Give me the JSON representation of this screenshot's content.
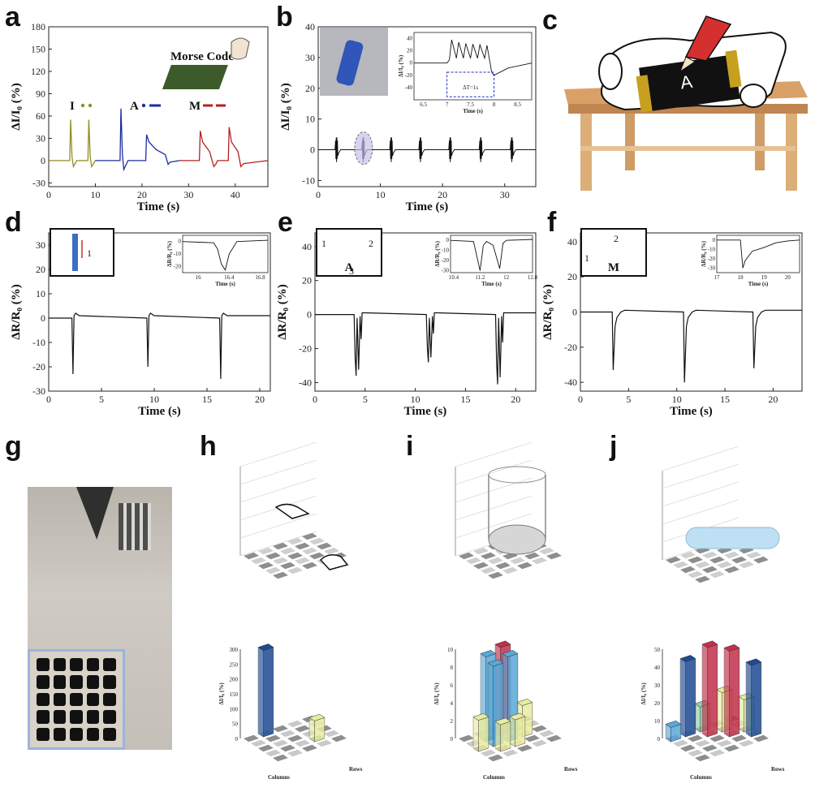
{
  "labels": {
    "a": "a",
    "b": "b",
    "c": "c",
    "d": "d",
    "e": "e",
    "f": "f",
    "g": "g",
    "h": "h",
    "i": "i",
    "j": "j"
  },
  "colors": {
    "I": "#8f8f1e",
    "A": "#1c2f9c",
    "M": "#b52020",
    "arrow": "#c0392b",
    "letter": "#3a6fc4",
    "bar_blue": "#1d4a92",
    "bar_red": "#c0304a",
    "bar_light": "#e8eca0",
    "bar_cyan": "#59a8d8",
    "bar_green": "#8fd0a8"
  },
  "chart_data": [
    {
      "panel": "a",
      "type": "line",
      "xlabel": "Time (s)",
      "ylabel": "ΔI/I₀ (%)",
      "xlim": [
        0,
        47
      ],
      "ylim": [
        -35,
        180
      ],
      "xticks": [
        0,
        10,
        20,
        30,
        40
      ],
      "yticks": [
        -30,
        0,
        30,
        60,
        90,
        120,
        150,
        180
      ],
      "annotations": {
        "title": "Morse Code",
        "I": "I",
        "A": "A",
        "M": "M"
      },
      "series": [
        {
          "name": "I",
          "color_key": "I",
          "x": [
            0,
            4.5,
            4.7,
            5,
            5.3,
            6,
            8.4,
            8.6,
            8.9,
            9.2,
            10
          ],
          "y": [
            0,
            0,
            55,
            5,
            -8,
            0,
            0,
            55,
            5,
            -8,
            0
          ]
        },
        {
          "name": "A",
          "color_key": "A",
          "x": [
            10,
            15.3,
            15.5,
            15.8,
            16.1,
            17,
            20.8,
            21,
            21.5,
            23,
            25,
            25.6,
            26,
            28
          ],
          "y": [
            0,
            0,
            70,
            8,
            -12,
            0,
            0,
            35,
            25,
            15,
            8,
            -5,
            -2,
            0
          ]
        },
        {
          "name": "M",
          "color_key": "M",
          "x": [
            28,
            32.3,
            32.5,
            33,
            34.5,
            35.4,
            35.8,
            36.2,
            38.5,
            38.7,
            39.2,
            40.6,
            41.2,
            41.8,
            47
          ],
          "y": [
            0,
            0,
            40,
            25,
            12,
            -8,
            -5,
            0,
            0,
            45,
            25,
            12,
            -8,
            -4,
            0
          ]
        }
      ]
    },
    {
      "panel": "b",
      "type": "line",
      "xlabel": "Time (s)",
      "ylabel": "ΔI/I₀ (%)",
      "xlim": [
        0,
        35
      ],
      "ylim": [
        -12,
        40
      ],
      "xticks": [
        0,
        10,
        20,
        30
      ],
      "yticks": [
        -10,
        0,
        10,
        20,
        30,
        40
      ],
      "bursts": [
        3,
        7.3,
        11.8,
        16.5,
        21.3,
        26.2,
        31.2
      ],
      "inset": {
        "xlabel": "Time (s)",
        "ylabel": "ΔI/I₀ (%)",
        "xlim": [
          6.3,
          8.8
        ],
        "ylim": [
          -60,
          50
        ],
        "xticks": [
          6.5,
          7.0,
          7.5,
          8.0,
          8.5
        ],
        "yticks": [
          -40,
          -20,
          0,
          20,
          40
        ],
        "annotation": "ΔT=1s",
        "x": [
          6.3,
          7.0,
          7.05,
          7.1,
          7.2,
          7.25,
          7.35,
          7.4,
          7.5,
          7.55,
          7.65,
          7.7,
          7.8,
          7.85,
          7.95,
          8.0,
          8.3,
          8.8
        ],
        "y": [
          0,
          0,
          5,
          38,
          8,
          34,
          8,
          32,
          8,
          31,
          8,
          30,
          8,
          29,
          -15,
          -20,
          -8,
          0
        ]
      }
    },
    {
      "panel": "d",
      "type": "line",
      "xlabel": "Time (s)",
      "ylabel": "ΔR/R₀ (%)",
      "xlim": [
        0,
        21
      ],
      "ylim": [
        -30,
        35
      ],
      "xticks": [
        0,
        5,
        10,
        15,
        20
      ],
      "yticks": [
        -30,
        -20,
        -10,
        0,
        10,
        20,
        30
      ],
      "events": [
        2.3,
        9.4,
        16.3
      ],
      "depths": [
        -23,
        -20,
        -25
      ],
      "legend_number": "1",
      "inset": {
        "xlabel": "Time (s)",
        "ylabel": "ΔR/R₀ (%)",
        "xlim": [
          15.8,
          16.9
        ],
        "ylim": [
          -25,
          5
        ],
        "xticks": [
          16.0,
          16.4,
          16.8
        ],
        "yticks": [
          -20,
          -10,
          0
        ],
        "x": [
          15.8,
          16.2,
          16.25,
          16.3,
          16.35,
          16.4,
          16.5,
          16.9
        ],
        "y": [
          0,
          -1,
          -6,
          -18,
          -23,
          -10,
          0,
          1
        ]
      }
    },
    {
      "panel": "e",
      "type": "line",
      "xlabel": "Time (s)",
      "ylabel": "ΔR/R₀ (%)",
      "xlim": [
        0,
        22
      ],
      "ylim": [
        -45,
        48
      ],
      "xticks": [
        0,
        5,
        10,
        15,
        20
      ],
      "yticks": [
        -40,
        -20,
        0,
        20,
        40
      ],
      "events": [
        4.1,
        11.3,
        18.2
      ],
      "depths": [
        -36,
        -28,
        -41
      ],
      "legend_numbers": [
        "1",
        "2",
        "3"
      ],
      "inset": {
        "xlabel": "Time (s)",
        "ylabel": "ΔR/R₀ (%)",
        "xlim": [
          10.3,
          12.8
        ],
        "ylim": [
          -32,
          5
        ],
        "xticks": [
          10.4,
          11.2,
          12.0,
          12.8
        ],
        "yticks": [
          -30,
          -20,
          -10,
          0
        ],
        "x": [
          10.3,
          11.0,
          11.2,
          11.3,
          11.4,
          11.6,
          11.8,
          11.9,
          12.0,
          12.8
        ],
        "y": [
          0,
          -1,
          -30,
          -5,
          -1,
          -5,
          -28,
          -3,
          0,
          1
        ]
      }
    },
    {
      "panel": "f",
      "type": "line",
      "xlabel": "Time (s)",
      "ylabel": "ΔR/R₀ (%)",
      "xlim": [
        0,
        23
      ],
      "ylim": [
        -45,
        45
      ],
      "xticks": [
        0,
        5,
        10,
        15,
        20
      ],
      "yticks": [
        -40,
        -20,
        0,
        20,
        40
      ],
      "events": [
        3.4,
        10.8,
        18.0
      ],
      "depths": [
        -33,
        -40,
        -32
      ],
      "legend_numbers": [
        "1",
        "2"
      ],
      "inset": {
        "xlabel": "Time (s)",
        "ylabel": "ΔR/R₀ (%)",
        "xlim": [
          17,
          20.5
        ],
        "ylim": [
          -35,
          5
        ],
        "xticks": [
          17,
          18,
          19,
          20
        ],
        "yticks": [
          -30,
          -20,
          -10,
          0
        ],
        "x": [
          17,
          18,
          18.1,
          18.2,
          18.5,
          19,
          19.5,
          20,
          20.5
        ],
        "y": [
          0,
          0,
          -30,
          -22,
          -12,
          -8,
          -3,
          -1,
          0
        ]
      }
    },
    {
      "panel": "h",
      "type": "bar3d",
      "zlabel": "ΔI/I₀ (%)",
      "xlabel": "Columns",
      "ylabel": "Rows",
      "zlim": [
        0,
        300
      ],
      "zticks": [
        0,
        50,
        100,
        150,
        200,
        250,
        300
      ],
      "bars": [
        {
          "col": 2,
          "row": 1,
          "value": 290,
          "color_key": "bar_blue"
        },
        {
          "col": 4,
          "row": 4,
          "value": 70,
          "color_key": "bar_light"
        }
      ]
    },
    {
      "panel": "i",
      "type": "bar3d",
      "zlabel": "ΔI/I₀ (%)",
      "xlabel": "Columns",
      "ylabel": "Rows",
      "zlim": [
        0,
        10
      ],
      "zticks": [
        0,
        2,
        4,
        6,
        8,
        10
      ],
      "bars": [
        {
          "col": 2,
          "row": 2,
          "value": 9.5,
          "color_key": "bar_cyan"
        },
        {
          "col": 3,
          "row": 2,
          "value": 10,
          "color_key": "bar_red"
        },
        {
          "col": 2,
          "row": 3,
          "value": 9,
          "color_key": "bar_cyan"
        },
        {
          "col": 3,
          "row": 3,
          "value": 9.5,
          "color_key": "bar_cyan"
        },
        {
          "col": 1,
          "row": 3,
          "value": 3.5,
          "color_key": "bar_light"
        },
        {
          "col": 4,
          "row": 3,
          "value": 3.5,
          "color_key": "bar_light"
        },
        {
          "col": 2,
          "row": 4,
          "value": 3,
          "color_key": "bar_light"
        },
        {
          "col": 3,
          "row": 4,
          "value": 3,
          "color_key": "bar_light"
        }
      ]
    },
    {
      "panel": "j",
      "type": "bar3d",
      "zlabel": "ΔI/I₀ (%)",
      "xlabel": "Columns",
      "ylabel": "Rows",
      "zlim": [
        0,
        50
      ],
      "zticks": [
        0,
        10,
        20,
        30,
        40,
        50
      ],
      "bars": [
        {
          "col": 1,
          "row": 1,
          "value": 8,
          "color_key": "bar_cyan"
        },
        {
          "col": 2,
          "row": 1,
          "value": 42,
          "color_key": "bar_blue"
        },
        {
          "col": 3,
          "row": 1,
          "value": 14,
          "color_key": "bar_green"
        },
        {
          "col": 3,
          "row": 2,
          "value": 50,
          "color_key": "bar_red"
        },
        {
          "col": 4,
          "row": 2,
          "value": 22,
          "color_key": "bar_light"
        },
        {
          "col": 4,
          "row": 3,
          "value": 48,
          "color_key": "bar_red"
        },
        {
          "col": 5,
          "row": 3,
          "value": 18,
          "color_key": "bar_light"
        },
        {
          "col": 5,
          "row": 4,
          "value": 40,
          "color_key": "bar_blue"
        }
      ]
    }
  ]
}
